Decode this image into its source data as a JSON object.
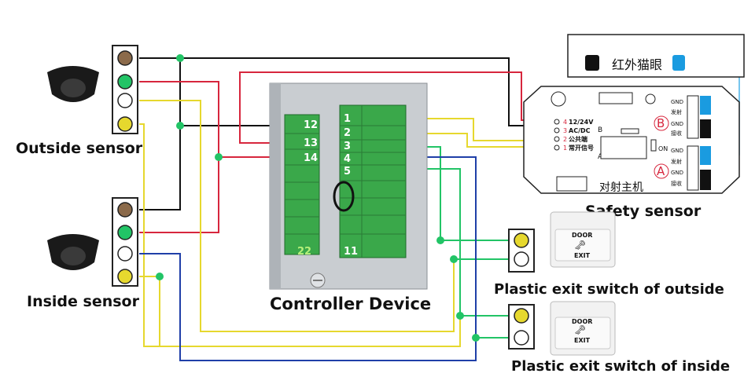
{
  "labels": {
    "outside_sensor": "Outside sensor",
    "inside_sensor": "Inside sensor",
    "controller": "Controller Device",
    "safety_sensor": "Safety sensor",
    "exit_outside": "Plastic exit switch of outside",
    "exit_inside": "Plastic exit switch of inside"
  },
  "controller_terminals": {
    "left": [
      "12",
      "13",
      "14"
    ],
    "right": [
      "1",
      "2",
      "3",
      "4",
      "5"
    ],
    "bottom_left": "22",
    "bottom_right": "11"
  },
  "safety_module": {
    "header_cn": "红外猫眼",
    "title_cn": "对射主机",
    "inputs": [
      {
        "num": "4",
        "text": "12/24V"
      },
      {
        "num": "3",
        "text": "AC/DC"
      },
      {
        "num": "2",
        "text": "公共端"
      },
      {
        "num": "1",
        "text": "常开信号"
      }
    ],
    "right_block_b": [
      "GND",
      "发射",
      "GND",
      "接收"
    ],
    "right_block_a": [
      "GND",
      "发射",
      "GND",
      "接收"
    ],
    "marker_b": "B",
    "marker_a": "A",
    "b_small": "B",
    "a_small": "A",
    "on_label": "ON"
  },
  "exit_switch": {
    "top_text": "DOOR",
    "bottom_text": "EXIT"
  },
  "colors": {
    "black_wire": "#111111",
    "red_wire": "#d7263d",
    "yellow_wire": "#e6d82e",
    "blue_wire": "#1f3fa8",
    "green_dot": "#22c466",
    "terminal_green": "#3aa84a",
    "blue_connector": "#1a9be0"
  }
}
